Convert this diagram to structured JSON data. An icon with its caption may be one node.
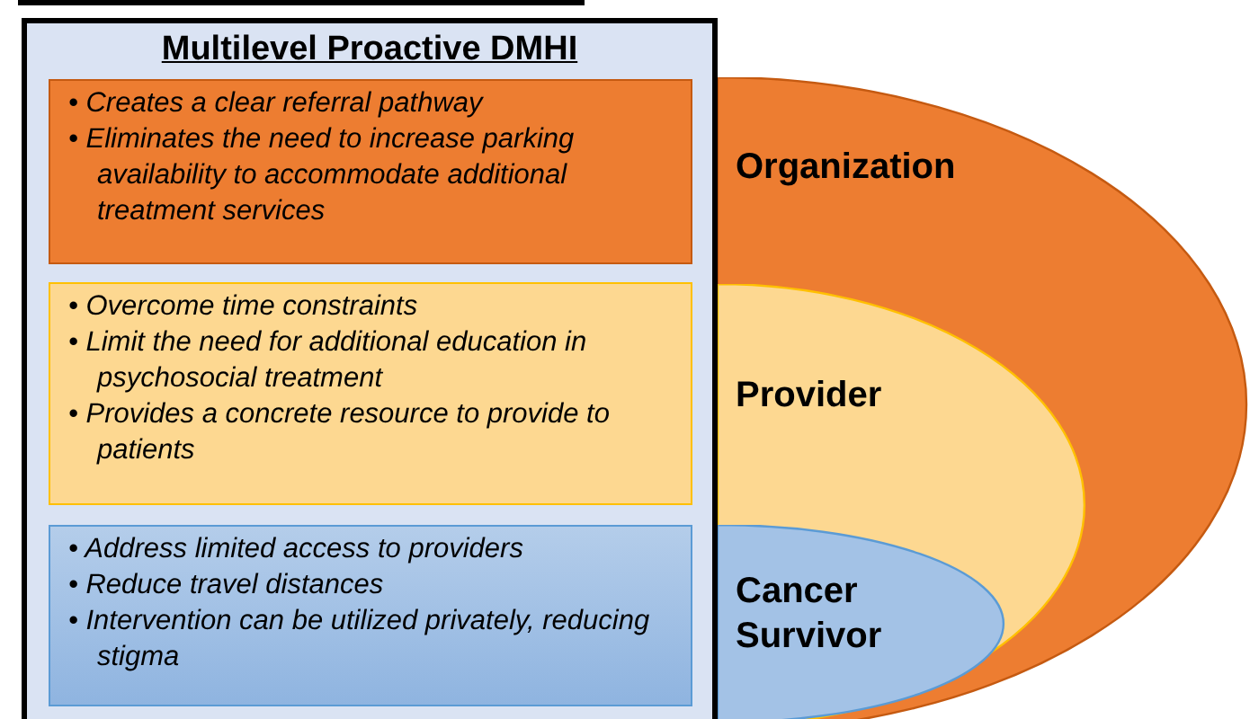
{
  "diagram": {
    "nodes": [
      {
        "text": [
          "Multilevel Proactive DMHI"
        ]
      },
      {
        "text": [
          "• Creates a clear referral pathway",
          "• Eliminates the need to increase parking availability to accommodate additional treatment services"
        ],
        "in": 0
      },
      {
        "text": [
          "• Overcome time constraints",
          "• Limit the need for additional education in psychosocial treatment",
          "• Provides a concrete resource to provide to patients"
        ],
        "in": 0
      },
      {
        "text": [
          "• Address limited access to providers",
          "• Reduce travel distances",
          "• Intervention can be utilized privately, reducing stigma"
        ],
        "in": 0
      },
      {
        "text": [
          "Organization"
        ]
      },
      {
        "text": [
          "Provider"
        ],
        "in": 4
      },
      {
        "text": [
          "Cancer Survivor"
        ],
        "in": 5
      }
    ]
  }
}
